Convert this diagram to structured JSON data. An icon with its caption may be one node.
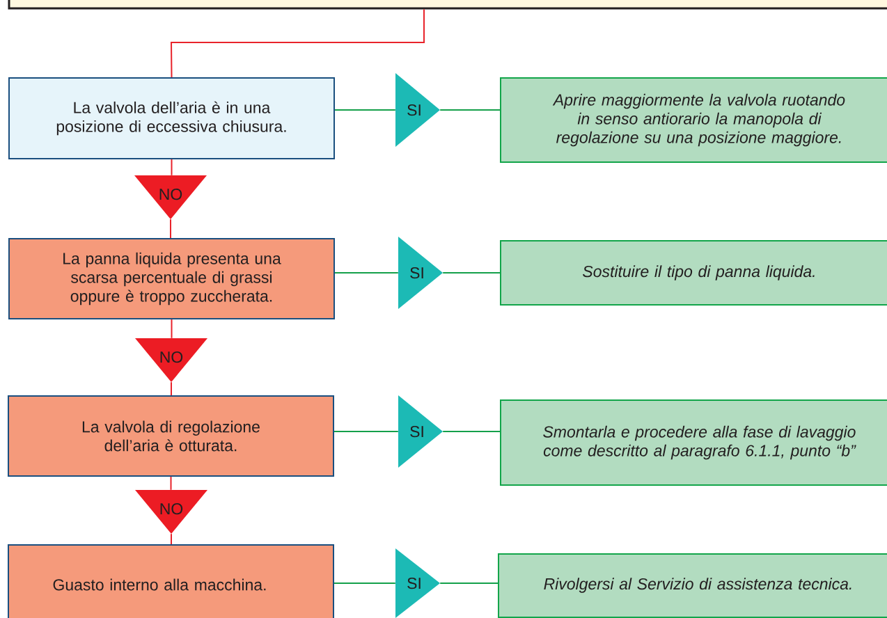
{
  "diagram": {
    "nodes": [
      {
        "text": [],
        "shape": "box"
      },
      {
        "text": [
          "La valvola dell’aria è in una posizione di eccessiva chiusura."
        ]
      },
      {
        "text": [
          "SI"
        ]
      },
      {
        "text": [
          "Aprire maggiormente la valvola ruotando in senso antiorario la manopola di regolazione su una posizione maggiore."
        ]
      },
      {
        "text": [
          "NO"
        ]
      },
      {
        "text": [
          "La panna liquida presenta una scarsa percentuale di grassi oppure è troppo zuccherata."
        ]
      },
      {
        "text": [
          "SI"
        ]
      },
      {
        "text": [
          "Sostituire il tipo di panna liquida."
        ]
      },
      {
        "text": [
          "NO"
        ]
      },
      {
        "text": [
          "La valvola di regolazione dell’aria è otturata."
        ]
      },
      {
        "text": [
          "SI"
        ]
      },
      {
        "text": [
          "Smontarla e procedere alla fase di lavaggio come descritto al paragrafo 6.1.1, punto “b”"
        ]
      },
      {
        "text": [
          "NO"
        ]
      },
      {
        "text": [
          "Guasto interno alla macchina."
        ]
      },
      {
        "text": [
          "SI"
        ]
      },
      {
        "text": [
          "Rivolgersi al Servizio di assistenza tecnica."
        ]
      }
    ],
    "edges": [
      {
        "from": 0,
        "to": 1,
        "arrow": "none",
        "color": "#e8232b"
      },
      {
        "from": 1,
        "to": 2,
        "arrow": "none"
      },
      {
        "from": 2,
        "to": 3,
        "arrow": "none"
      },
      {
        "from": 1,
        "to": 4,
        "arrow": "none",
        "color": "#e8232b"
      },
      {
        "from": 4,
        "to": 5,
        "arrow": "none",
        "color": "#e8232b"
      },
      {
        "from": 5,
        "to": 6,
        "arrow": "none"
      },
      {
        "from": 6,
        "to": 7,
        "arrow": "none"
      },
      {
        "from": 5,
        "to": 8,
        "arrow": "none",
        "color": "#e8232b"
      },
      {
        "from": 8,
        "to": 9,
        "arrow": "none",
        "color": "#e8232b"
      },
      {
        "from": 9,
        "to": 10,
        "arrow": "none"
      },
      {
        "from": 10,
        "to": 11,
        "arrow": "none"
      },
      {
        "from": 9,
        "to": 12,
        "arrow": "none",
        "color": "#e8232b"
      },
      {
        "from": 12,
        "to": 13,
        "arrow": "none",
        "color": "#e8232b"
      },
      {
        "from": 13,
        "to": 14,
        "arrow": "none"
      },
      {
        "from": 14,
        "to": 15,
        "arrow": "none"
      }
    ]
  }
}
